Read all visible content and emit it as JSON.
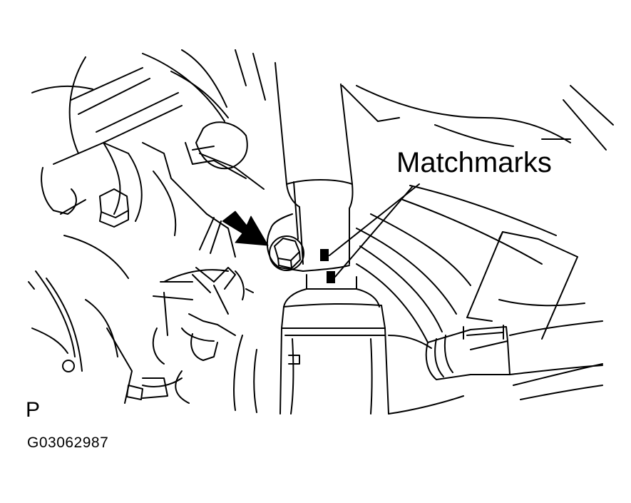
{
  "figure": {
    "callout_label": "Matchmarks",
    "view_letter": "P",
    "figure_code": "G03062987"
  },
  "colors": {
    "line": "#000000",
    "background": "#ffffff"
  },
  "icons": {
    "pointer": "bold-arrow-icon",
    "mark": "matchmark-icon"
  }
}
